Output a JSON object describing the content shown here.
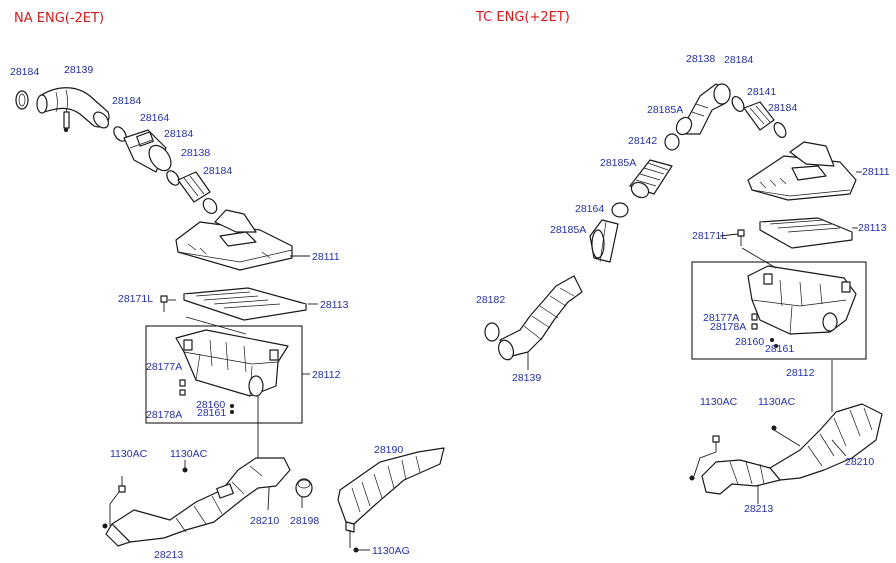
{
  "headers": {
    "na": "NA  ENG(-2ET)",
    "tc": "TC  ENG(+2ET)"
  },
  "na_labels": {
    "p28184_a": "28184",
    "p28139": "28139",
    "p28184_b": "28184",
    "p28164": "28164",
    "p28184_c": "28184",
    "p28138": "28138",
    "p28184_d": "28184",
    "p28111": "28111",
    "p28171L": "28171L",
    "p28113": "28113",
    "p28112": "28112",
    "p28177A": "28177A",
    "p28178A": "28178A",
    "p28160": "28160",
    "p28161": "28161",
    "p1130AC_a": "1130AC",
    "p1130AC_b": "1130AC",
    "p28210": "28210",
    "p28198": "28198",
    "p28213": "28213",
    "p28190": "28190",
    "p1130AG": "1130AG"
  },
  "tc_labels": {
    "p28138": "28138",
    "p28184_a": "28184",
    "p28185A_a": "28185A",
    "p28141": "28141",
    "p28184_b": "28184",
    "p28142": "28142",
    "p28185A_b": "28185A",
    "p28111": "28111",
    "p28164": "28164",
    "p28185A_c": "28185A",
    "p28113": "28113",
    "p28171L": "28171L",
    "p28182": "28182",
    "p28177A": "28177A",
    "p28178A": "28178A",
    "p28160": "28160",
    "p28161": "28161",
    "p28139": "28139",
    "p28112": "28112",
    "p1130AC_a": "1130AC",
    "p1130AC_b": "1130AC",
    "p28210": "28210",
    "p28213": "28213"
  }
}
